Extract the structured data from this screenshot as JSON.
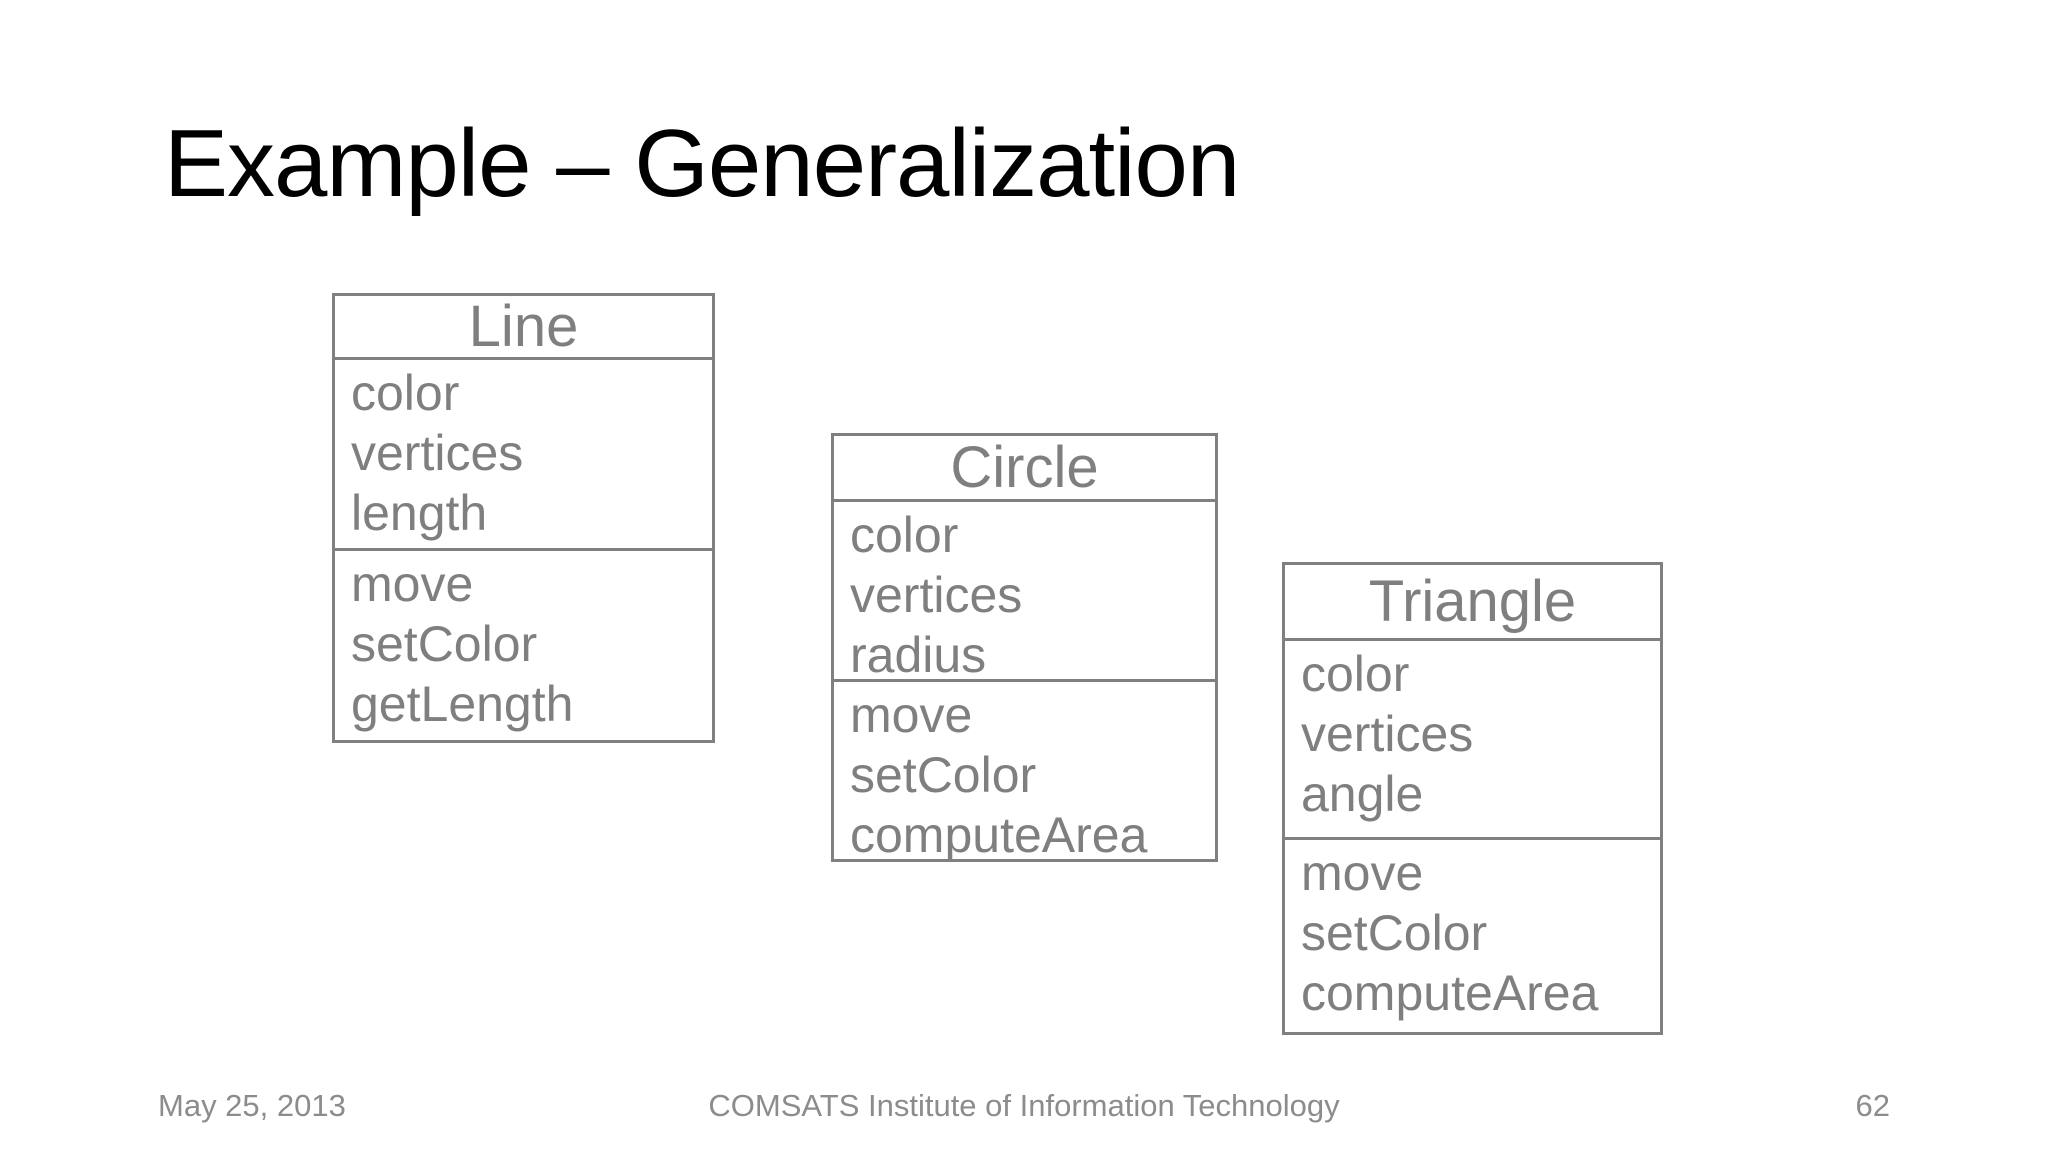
{
  "slide": {
    "title": "Example – Generalization",
    "background_color": "#ffffff",
    "title_color": "#000000"
  },
  "diagram": {
    "box_border_color": "#808080",
    "box_text_color": "#7f7f7f",
    "classes": [
      {
        "name": "Line",
        "attributes": [
          "color",
          "vertices",
          "length"
        ],
        "methods": [
          "move",
          "setColor",
          "getLength"
        ]
      },
      {
        "name": "Circle",
        "attributes": [
          "color",
          "vertices",
          "radius"
        ],
        "methods": [
          "move",
          "setColor",
          "computeArea"
        ]
      },
      {
        "name": "Triangle",
        "attributes": [
          "color",
          "vertices",
          "angle"
        ],
        "methods": [
          "move",
          "setColor",
          "computeArea"
        ]
      }
    ]
  },
  "footer": {
    "date": "May 25, 2013",
    "institution": "COMSATS Institute of Information Technology",
    "page_number": "62",
    "text_color": "#8c8c8c"
  }
}
